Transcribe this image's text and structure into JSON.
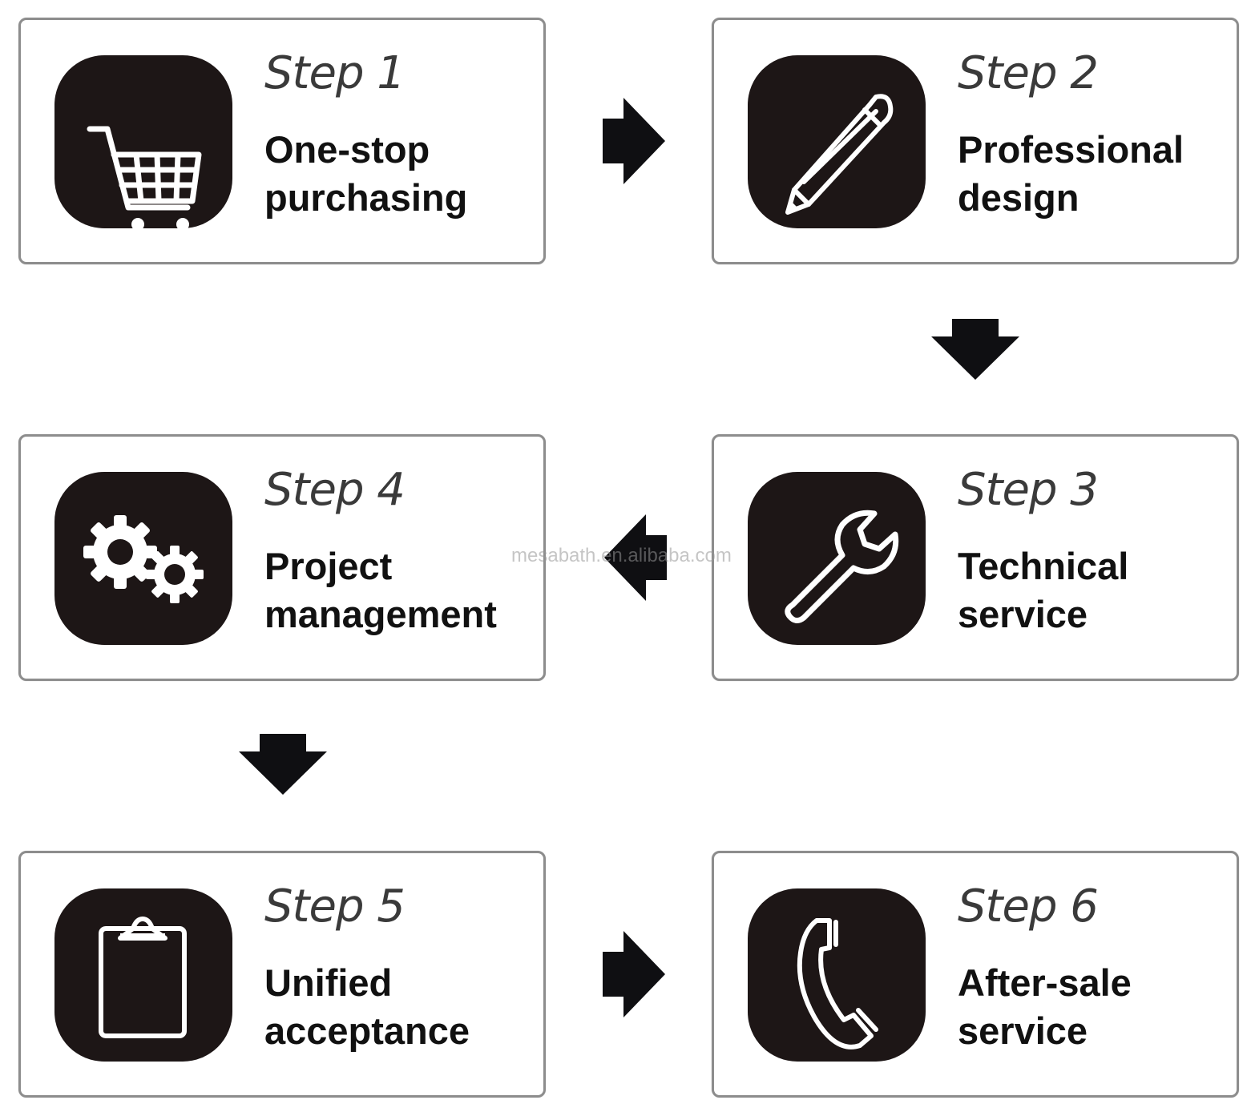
{
  "steps": [
    {
      "label": "Step 1",
      "title_line1": "One-stop",
      "title_line2": "purchasing",
      "icon": "shopping-cart-icon"
    },
    {
      "label": "Step 2",
      "title_line1": "Professional",
      "title_line2": "design",
      "icon": "pencil-icon"
    },
    {
      "label": "Step 3",
      "title_line1": "Technical",
      "title_line2": "service",
      "icon": "wrench-icon"
    },
    {
      "label": "Step 4",
      "title_line1": "Project",
      "title_line2": "management",
      "icon": "gears-icon"
    },
    {
      "label": "Step 5",
      "title_line1": "Unified",
      "title_line2": "acceptance",
      "icon": "clipboard-icon"
    },
    {
      "label": "Step 6",
      "title_line1": "After-sale",
      "title_line2": "service",
      "icon": "phone-icon"
    }
  ],
  "flow": [
    "step1 → step2",
    "step2 → step3",
    "step3 → step4",
    "step4 → step5",
    "step5 → step6"
  ],
  "watermark": "mesabath.en.alibaba.com",
  "colors": {
    "icon_tile": "#1d1616",
    "arrow": "#0f0f12",
    "border": "#8d8d8d",
    "text": "#111111"
  }
}
